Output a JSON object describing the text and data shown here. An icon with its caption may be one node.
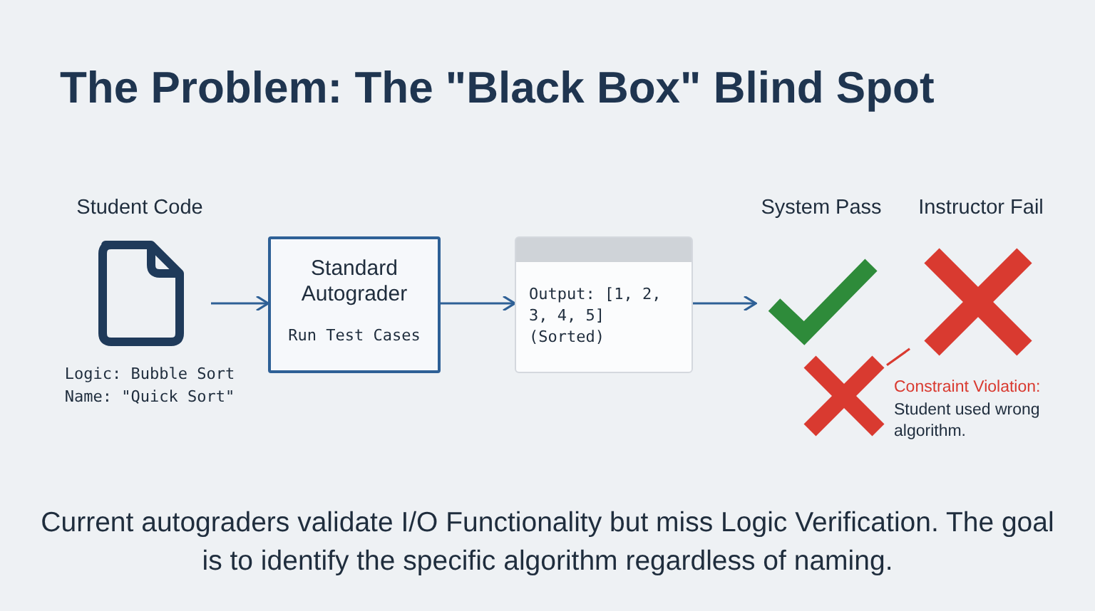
{
  "diagram": {
    "title": "The Problem: The \"Black Box\" Blind Spot",
    "nodes": [
      {
        "text": [
          "Student Code"
        ],
        "beside": [
          "Logic: Bubble Sort",
          "Name: \"Quick Sort\""
        ]
      },
      {
        "text": [
          "Standard Autograder",
          "Run Test Cases"
        ]
      },
      {
        "text": [
          "Output: [1, 2, 3, 4, 5] (Sorted)"
        ]
      },
      {
        "text": [
          "System Pass"
        ]
      },
      {
        "text": [
          "Instructor Fail"
        ]
      },
      {
        "text": [],
        "shape": "cross",
        "beside": [
          "Constraint Violation:",
          "Student used wrong algorithm."
        ]
      }
    ],
    "edges": [
      {
        "from": 0,
        "to": 1,
        "arrow": "to"
      },
      {
        "from": 1,
        "to": 2,
        "arrow": "to"
      },
      {
        "from": 2,
        "to": 3,
        "arrow": "to"
      },
      {
        "from": 5,
        "to": 4,
        "arrow": "none",
        "color": "#d93a30"
      }
    ],
    "caption": "Current autograders validate I/O Functionality but miss Logic Verification. The goal is to identify the specific algorithm regardless of naming."
  }
}
